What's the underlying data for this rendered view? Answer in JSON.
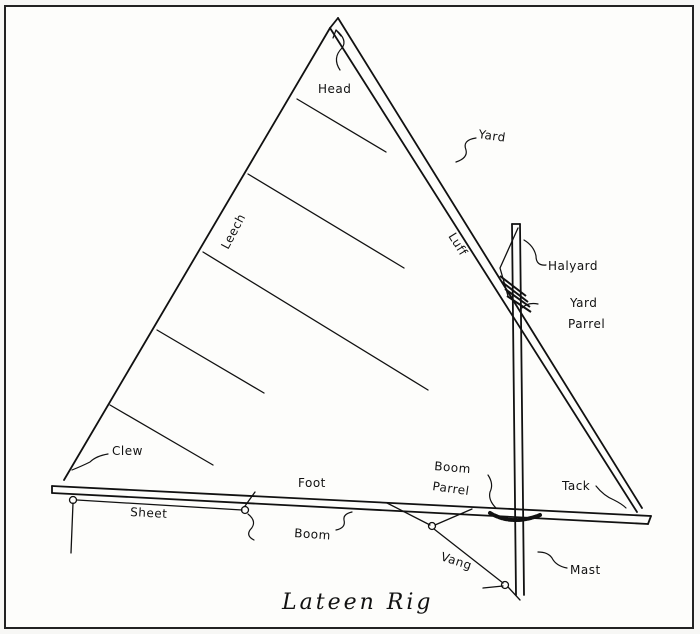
{
  "title": "Lateen Rig",
  "labels": {
    "head": "Head",
    "yard": "Yard",
    "leech": "Leech",
    "luff": "Luff",
    "halyard": "Halyard",
    "yard_parrel_1": "Yard",
    "yard_parrel_2": "Parrel",
    "clew": "Clew",
    "foot": "Foot",
    "boom_parrel_1": "Boom",
    "boom_parrel_2": "Parrel",
    "tack": "Tack",
    "sheet": "Sheet",
    "boom": "Boom",
    "vang": "Vang",
    "mast": "Mast"
  }
}
